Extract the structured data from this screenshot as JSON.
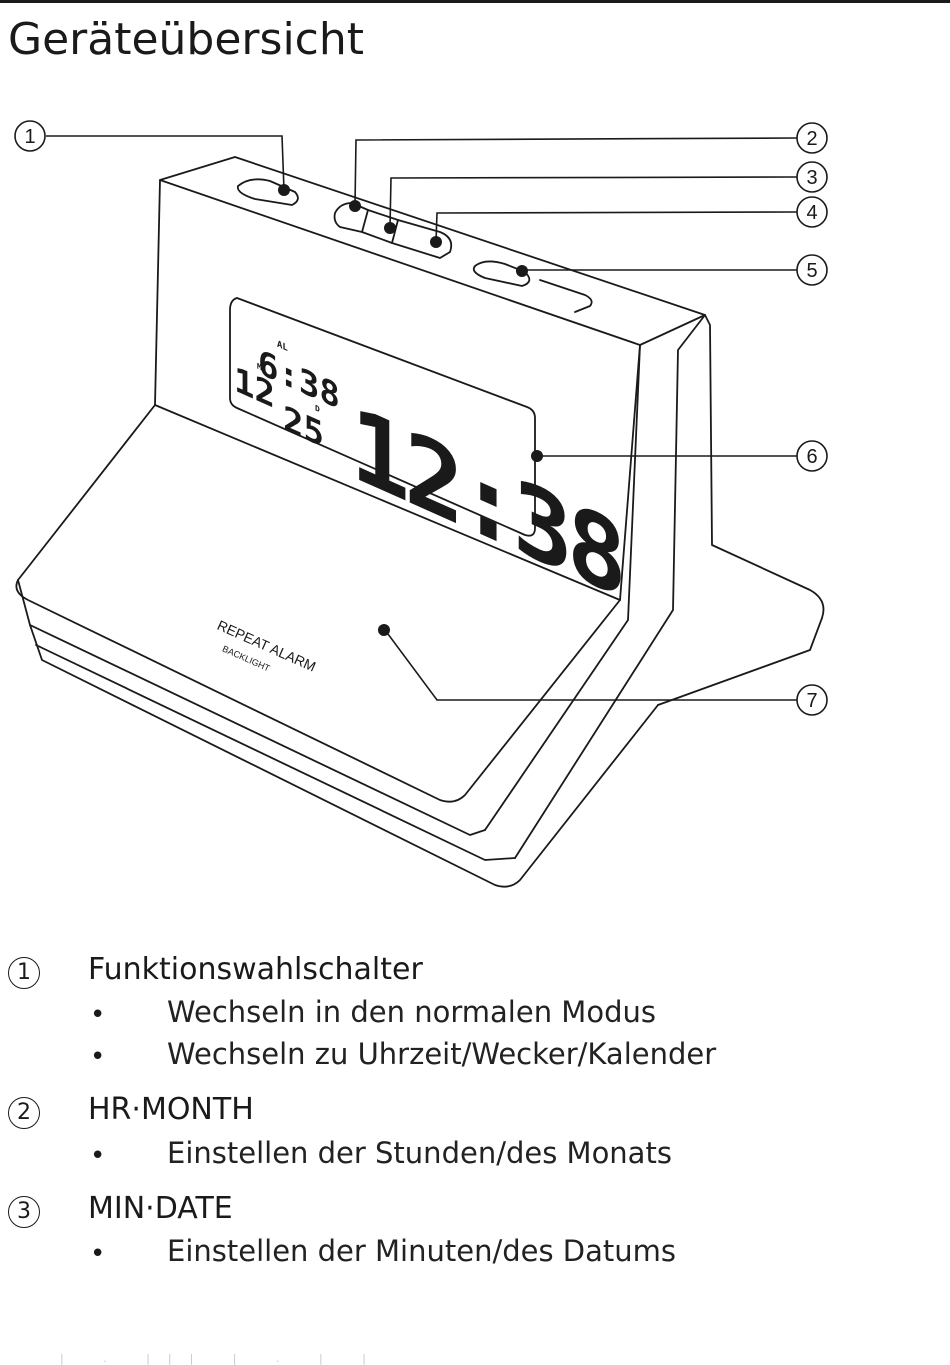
{
  "page": {
    "title": "Geräteübersicht"
  },
  "diagram": {
    "callouts": [
      "1",
      "2",
      "3",
      "4",
      "5",
      "6",
      "7"
    ],
    "lcd": {
      "alarm_label": "AL",
      "alarm_time": "6:38",
      "month": "12",
      "month_marker": "M",
      "day": "25",
      "day_marker": "D",
      "main_time": "12:38"
    },
    "button_label": "REPEAT ALARM",
    "button_sublabel": "BACKLIGHT"
  },
  "legend": [
    {
      "number": "1",
      "heading": "Funktionswahlschalter",
      "bullets": [
        "Wechseln in den normalen Modus",
        "Wechseln zu Uhrzeit/Wecker/Kalender"
      ]
    },
    {
      "number": "2",
      "heading": "HR·MONTH",
      "bullets": [
        "Einstellen der Stunden/des Monats"
      ]
    },
    {
      "number": "3",
      "heading": "MIN·DATE",
      "bullets": [
        "Einstellen der Minuten/des Datums"
      ]
    }
  ],
  "bullet_symbol": "•",
  "footer": "| . ||| | . | |"
}
